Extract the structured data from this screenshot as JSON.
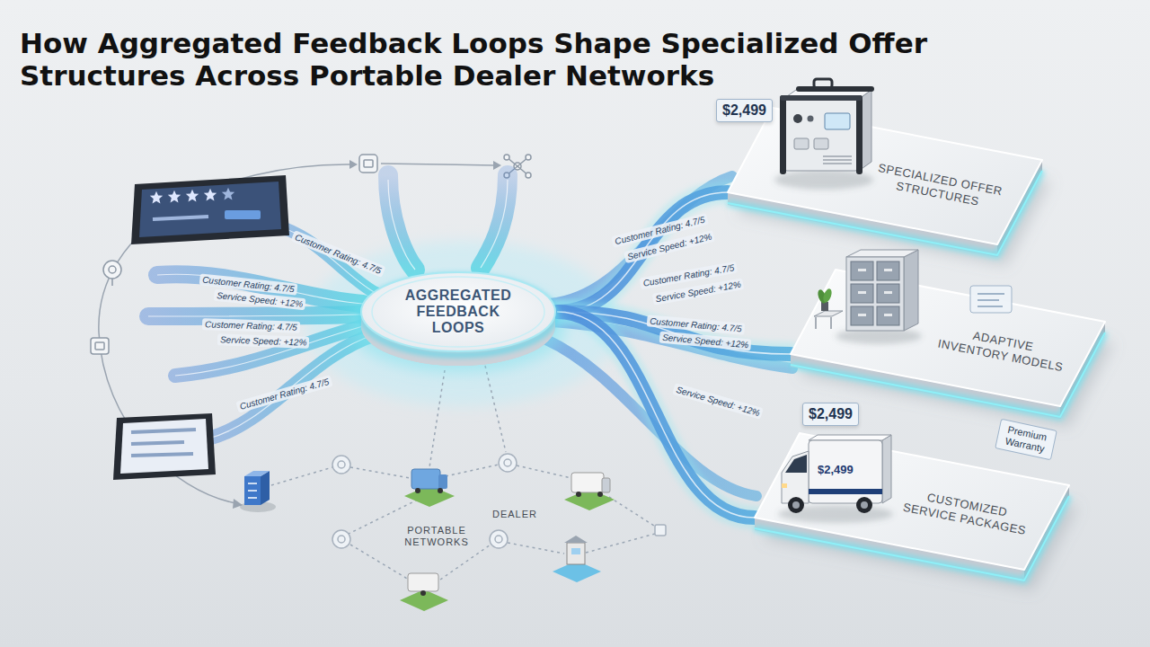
{
  "diagram": {
    "title": "How Aggregated Feedback Loops Shape Specialized Offer Structures Across Portable Dealer Networks",
    "nodes": [
      {
        "text": [
          "AGGREGATED FEEDBACK LOOPS"
        ]
      },
      {
        "text": [
          "SPECIALIZED OFFER STRUCTURES"
        ]
      },
      {
        "text": [
          "ADAPTIVE INVENTORY MODELS"
        ]
      },
      {
        "text": [
          "CUSTOMIZED SERVICE PACKAGES"
        ]
      }
    ],
    "edges": [
      {
        "from": 0,
        "to": 1,
        "arrow": "none"
      },
      {
        "from": 0,
        "to": 2,
        "arrow": "none"
      },
      {
        "from": 0,
        "to": 3,
        "arrow": "none"
      }
    ],
    "labels": [
      "$2,499",
      "Customer Rating: 4.7/5",
      "Customer Rating: 4.7/5",
      "Service Speed: +12%",
      "Customer Rating: 4.7/5",
      "Service Speed: +12%",
      "Customer Rating: 4.7/5",
      "Customer Rating: 4.7/5",
      "Service Speed: +12%",
      "Customer Rating: 4.7/5",
      "Service Speed: +12%",
      "Customer Rating: 4.7/5",
      "Service Speed: +12%",
      "Service Speed: +12%",
      "$2,499",
      "$2,499",
      "Premium Warranty",
      "DEALER",
      "PORTABLE NETWORKS"
    ]
  }
}
